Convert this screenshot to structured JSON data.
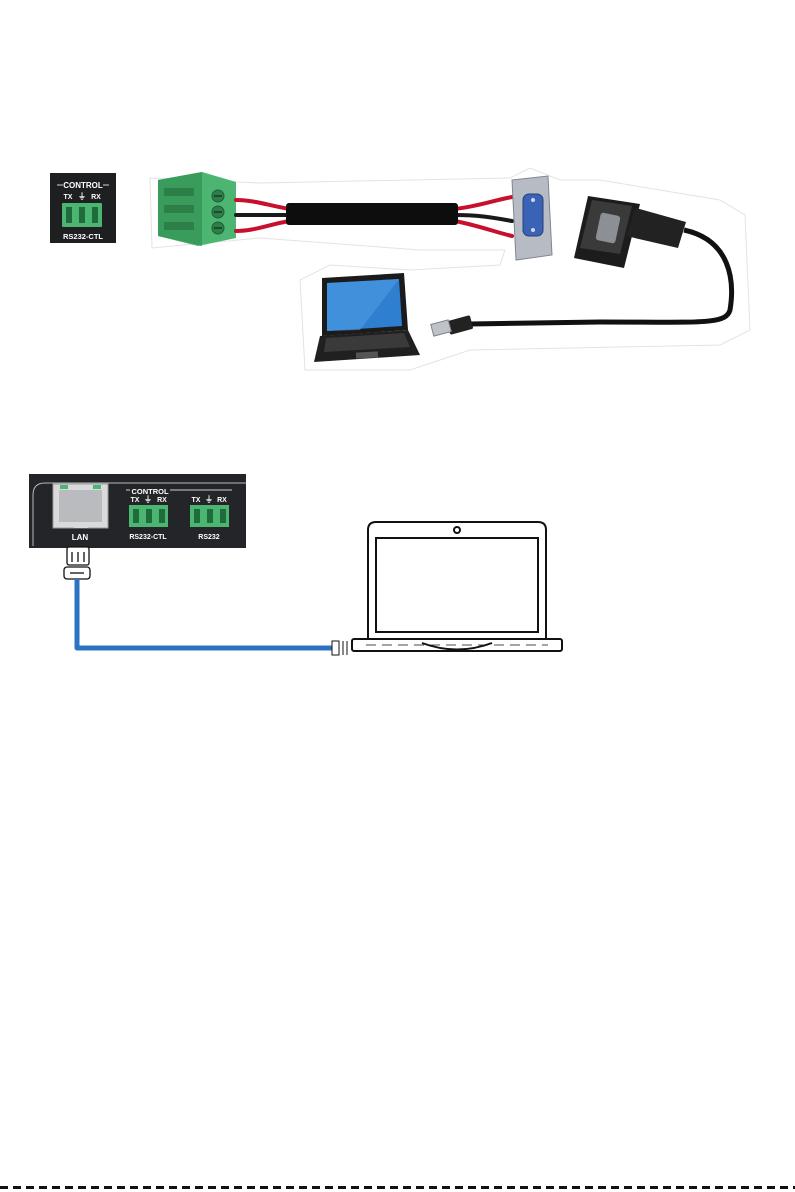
{
  "diagram_rs232": {
    "panel": {
      "control_label": "CONTROL",
      "tx_label": "TX",
      "ground_label": "⏚",
      "rx_label": "RX",
      "port_label": "RS232-CTL"
    },
    "colors": {
      "terminal_green": "#4cb571",
      "panel_dark": "#1e1f21",
      "wire_red": "#c8102e"
    }
  },
  "diagram_lan": {
    "panel": {
      "lan_label": "LAN",
      "control_label": "CONTROL",
      "port1": {
        "tx_label": "TX",
        "ground_label": "⏚",
        "rx_label": "RX",
        "port_label": "RS232-CTL"
      },
      "port2": {
        "tx_label": "TX",
        "ground_label": "⏚",
        "rx_label": "RX",
        "port_label": "RS232"
      }
    },
    "colors": {
      "lan_cable": "#2b73c2",
      "panel_dark": "#242528"
    }
  }
}
